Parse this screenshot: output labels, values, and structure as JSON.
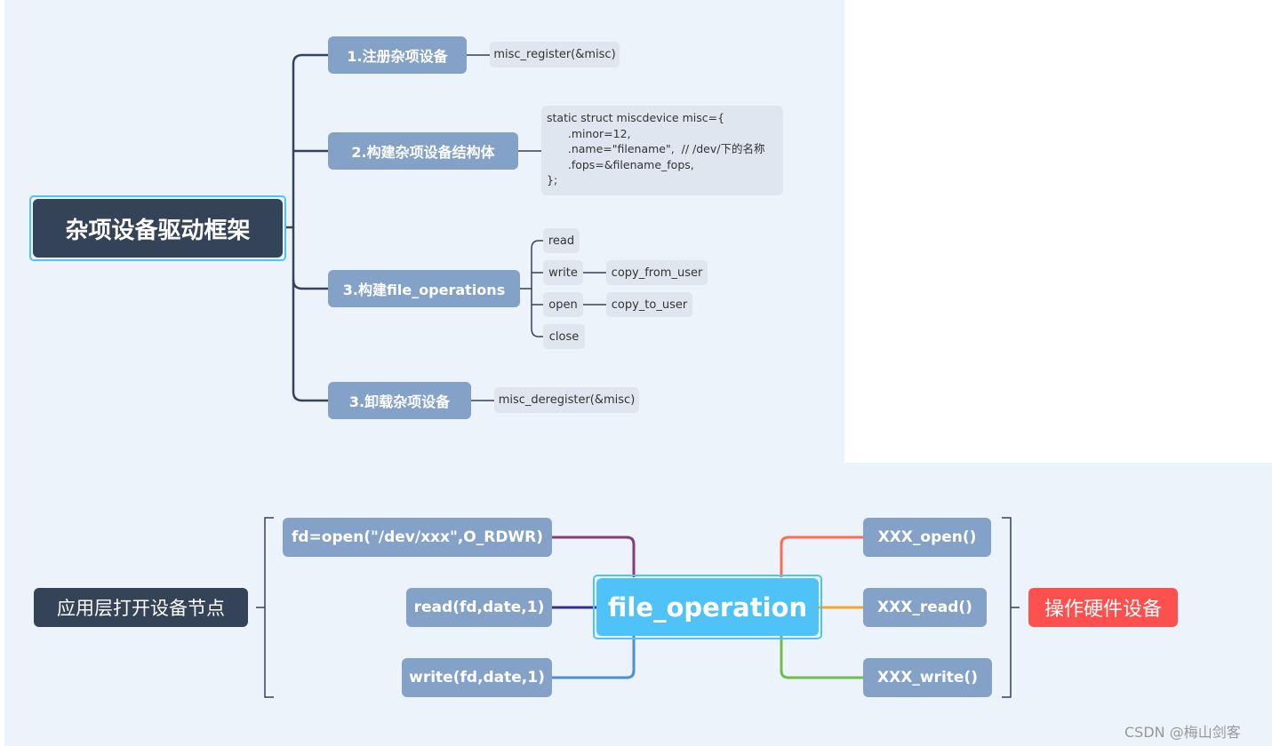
{
  "top": {
    "root": "杂项设备驱动框架",
    "branches": [
      "1.注册杂项设备",
      "2.构建杂项设备结构体",
      "3.构建file_operations",
      "3.卸载杂项设备"
    ],
    "register_leaf": "misc_register(&misc)",
    "struct_code": "static struct miscdevice misc={\n      .minor=12,\n      .name=\"filename\",  // /dev/下的名称\n      .fops=&filename_fops,\n};",
    "fops_leaves": [
      "read",
      "write",
      "open",
      "close"
    ],
    "write_child": "copy_from_user",
    "open_child": "copy_to_user",
    "deregister_leaf": "misc_deregister(&misc)"
  },
  "bottom": {
    "left_label": "应用层打开设备节点",
    "calls": [
      "fd=open(\"/dev/xxx\",O_RDWR)",
      "read(fd,date,1)",
      "write(fd,date,1)"
    ],
    "center": "file_operation",
    "driver_funcs": [
      "XXX_open()",
      "XXX_read()",
      "XXX_write()"
    ],
    "right_label": "操作硬件设备"
  },
  "watermark": "CSDN @梅山剑客",
  "colors": {
    "dark": "#344357",
    "branch": "#84a2c8",
    "leaf": "#dfe6ef",
    "center": "#4fc3f7",
    "hardware": "#ff5050"
  }
}
